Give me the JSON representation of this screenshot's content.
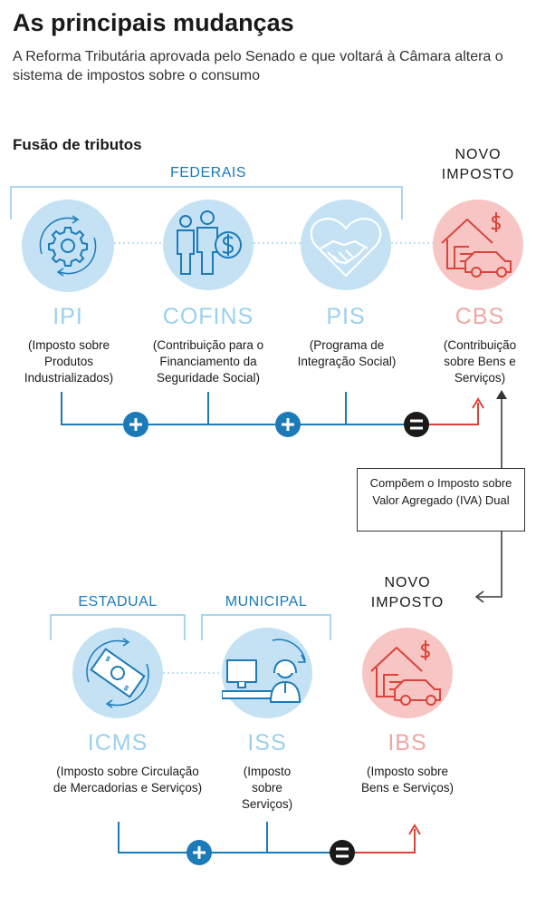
{
  "header": {
    "title": "As principais mudanças",
    "subtitle": "A Reforma Tributária aprovada pelo Senado e que voltará à Câmara altera o sistema de impostos sobre o consumo"
  },
  "section_title": "Fusão de tributos",
  "groups": {
    "federal": "FEDERAIS",
    "state": "ESTADUAL",
    "municipal": "MUNICIPAL"
  },
  "new_tax_labels": [
    "NOVO IMPOSTO",
    "NOVO IMPOSTO"
  ],
  "taxes": {
    "ipi": {
      "acronym": "IPI",
      "description": "(Imposto sobre Produtos Industrializados)",
      "icon": "gear-icon"
    },
    "cofins": {
      "acronym": "COFINS",
      "description": "(Contribuição para o Financiamento da Seguridade Social)",
      "icon": "people-money-icon"
    },
    "pis": {
      "acronym": "PIS",
      "description": "(Programa de Integração Social)",
      "icon": "handshake-heart-icon"
    },
    "cbs": {
      "acronym": "CBS",
      "description": "(Contribuição sobre Bens e Serviços)",
      "icon": "house-car-money-icon"
    },
    "icms": {
      "acronym": "ICMS",
      "description": "(Imposto sobre Circulação de Mercadorias e Serviços)",
      "icon": "banknote-icon"
    },
    "iss": {
      "acronym": "ISS",
      "description": "(Imposto sobre Serviços)",
      "icon": "worker-computer-icon"
    },
    "ibs": {
      "acronym": "IBS",
      "description": "(Imposto sobre Bens e Serviços)",
      "icon": "house-car-money-icon"
    }
  },
  "note": "Compõem o Imposto sobre Valor Agregado (IVA) Dual",
  "colors": {
    "accent_blue": "#1b7ab8",
    "light_blue": "#c4e2f4",
    "light_pink": "#f7c5c3",
    "arrow_red": "#d9453b",
    "operator_dark": "#1a1a1a"
  }
}
